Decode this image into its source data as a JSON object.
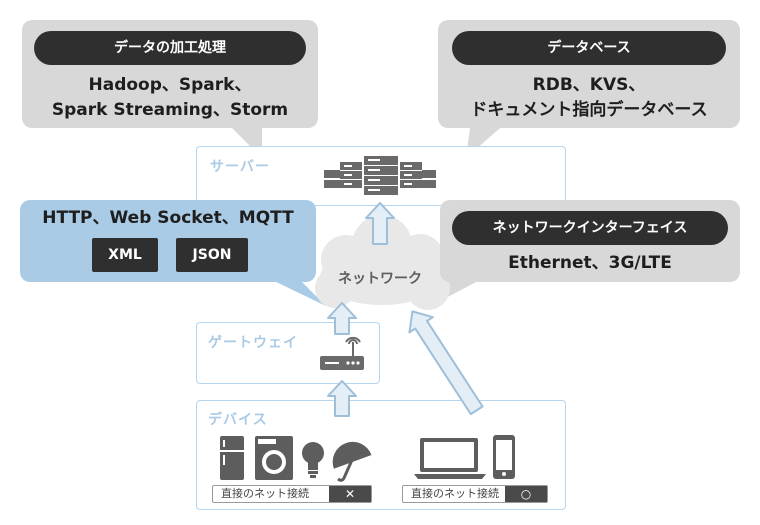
{
  "colors": {
    "callout_gray": "#d8d8d8",
    "protocol_blue": "#a9cbe6",
    "layer_border": "#b6d5ee",
    "layer_title": "#a9cbe6",
    "pill_dark": "#2f2f2f",
    "arrow_fill": "#e3eef7",
    "arrow_stroke": "#9fbfd8",
    "device_gray": "#5d5d5d"
  },
  "callouts": {
    "data_processing": {
      "title": "データの加工処理",
      "line1": "Hadoop、Spark、",
      "line2": "Spark Streaming、Storm"
    },
    "database": {
      "title": "データベース",
      "line1": "RDB、KVS、",
      "line2": "ドキュメント指向データベース"
    },
    "protocols": {
      "text": "HTTP、Web Socket、MQTT",
      "format1": "XML",
      "format2": "JSON"
    },
    "network_interface": {
      "title": "ネットワークインターフェイス",
      "text": "Ethernet、3G/LTE"
    }
  },
  "layers": {
    "server": "サーバー",
    "gateway": "ゲートウェイ",
    "devices": "デバイス"
  },
  "cloud": {
    "label": "ネットワーク"
  },
  "direct_connection": {
    "left": {
      "label": "直接のネット接続",
      "mark": "✕"
    },
    "right": {
      "label": "直接のネット接続",
      "mark": "○"
    }
  },
  "icons": [
    "server-rack-icon",
    "router-icon",
    "refrigerator-icon",
    "washing-machine-icon",
    "light-bulb-icon",
    "umbrella-icon",
    "laptop-icon",
    "smartphone-icon",
    "cloud-icon"
  ]
}
